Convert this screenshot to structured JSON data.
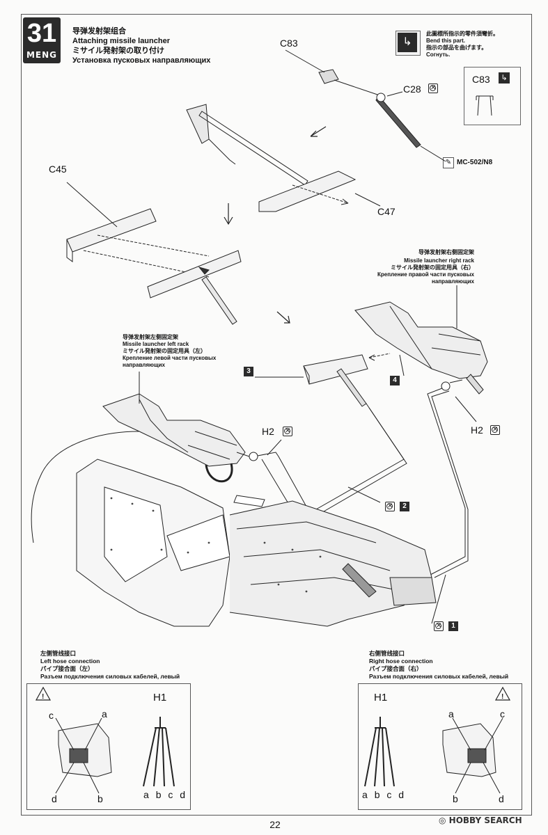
{
  "step": {
    "number": "31",
    "brand": "MENG"
  },
  "title": {
    "zh": "导弹发射架组合",
    "en": "Attaching missile launcher",
    "ja": "ミサイル発射架の取り付け",
    "ru": "Установка пусковых направляющих"
  },
  "bend_note": {
    "zh": "此圖標所指示的零件須彎折。",
    "en": "Bend this part.",
    "ja": "指示の部品を曲げます。",
    "ru": "Согнуть."
  },
  "parts": {
    "c83": "C83",
    "c83_detail": "C83",
    "c28": "C28",
    "c45": "C45",
    "c47": "C47",
    "h2_left": "H2",
    "h2_right": "H2",
    "h1_left": "H1",
    "h1_right": "H1",
    "paint": "MC-502/N8"
  },
  "right_rack": {
    "zh": "导弹发射架右侧固定架",
    "en": "Missile launcher right rack",
    "ja": "ミサイル発射架の固定用具（右）",
    "ru1": "Крепление правой части пусковых",
    "ru2": "направляющих"
  },
  "left_rack": {
    "zh": "导弹发射架左侧固定架",
    "en": "Missile launcher left rack",
    "ja": "ミサイル発射架の固定用具（左）",
    "ru1": "Крепление левой части пусковых",
    "ru2": "направляющих"
  },
  "callouts": {
    "n3": "3",
    "n4": "4",
    "n2": "2",
    "n1": "1"
  },
  "left_hose": {
    "zh": "左侧管线接口",
    "en": "Left hose connection",
    "ja": "パイプ接合面（左）",
    "ru": "Разъем подключения силовых кабелей, левый",
    "letters": [
      "a",
      "b",
      "c",
      "d"
    ],
    "wire_letters": [
      "a",
      "b",
      "c",
      "d"
    ]
  },
  "right_hose": {
    "zh": "右侧管线接口",
    "en": "Right hose connection",
    "ja": "パイプ接合面（右）",
    "ru": "Разъем подключения силовых кабелей, левый",
    "letters": [
      "a",
      "c",
      "b",
      "d"
    ],
    "wire_letters": [
      "a",
      "b",
      "c",
      "d"
    ]
  },
  "page_number": "22",
  "watermark": "HOBBY SEARCH"
}
